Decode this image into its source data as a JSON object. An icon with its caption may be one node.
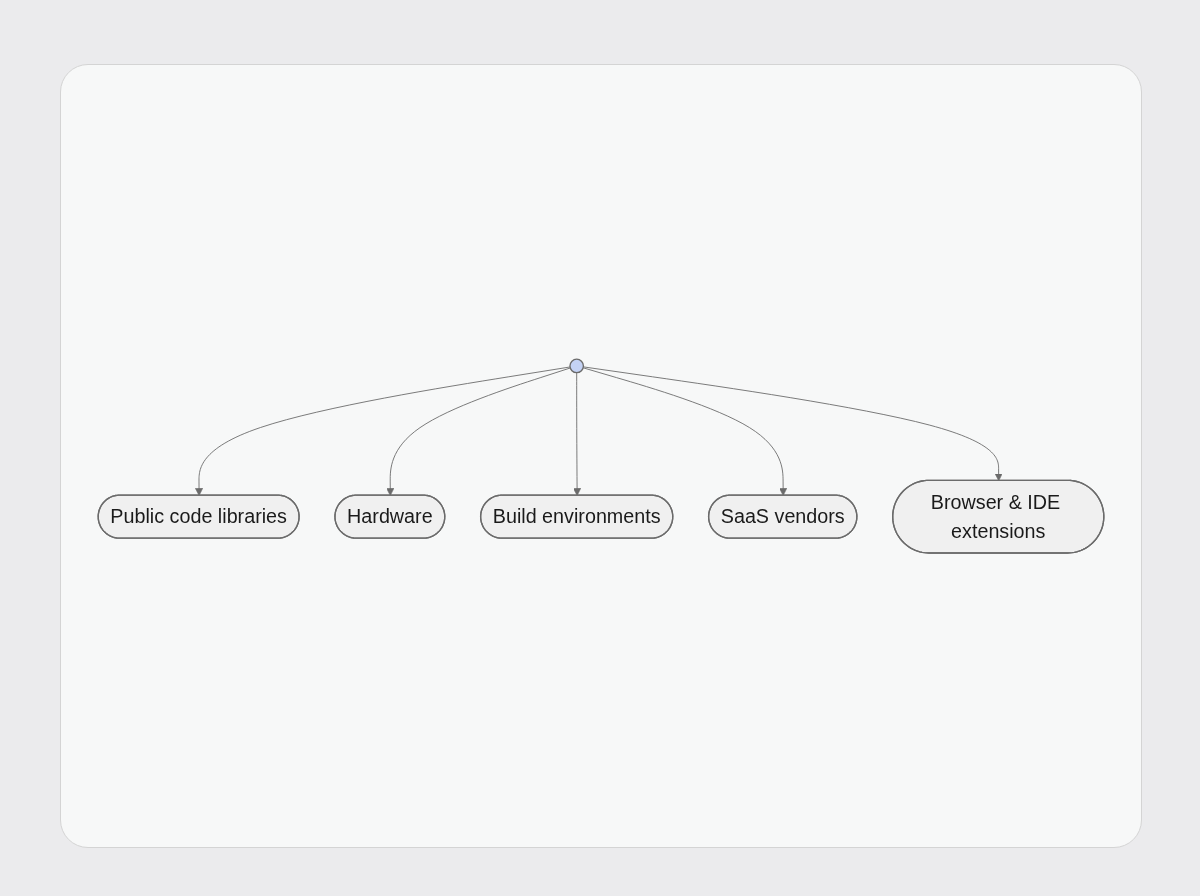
{
  "diagram": {
    "nodes": [
      {
        "text": [
          "Public code libraries"
        ]
      },
      {
        "text": [
          "Hardware"
        ]
      },
      {
        "text": [],
        "shape": "circle"
      },
      {
        "text": [
          "Build environments"
        ]
      },
      {
        "text": [
          "SaaS vendors"
        ]
      },
      {
        "text": [
          "Browser & IDE extensions"
        ]
      }
    ],
    "edges": [
      {
        "from": 2,
        "to": 0,
        "arrow": "to"
      },
      {
        "from": 2,
        "to": 1,
        "arrow": "to"
      },
      {
        "from": 2,
        "to": 3,
        "arrow": "to"
      },
      {
        "from": 2,
        "to": 4,
        "arrow": "to"
      },
      {
        "from": 2,
        "to": 5,
        "arrow": "to"
      }
    ]
  }
}
